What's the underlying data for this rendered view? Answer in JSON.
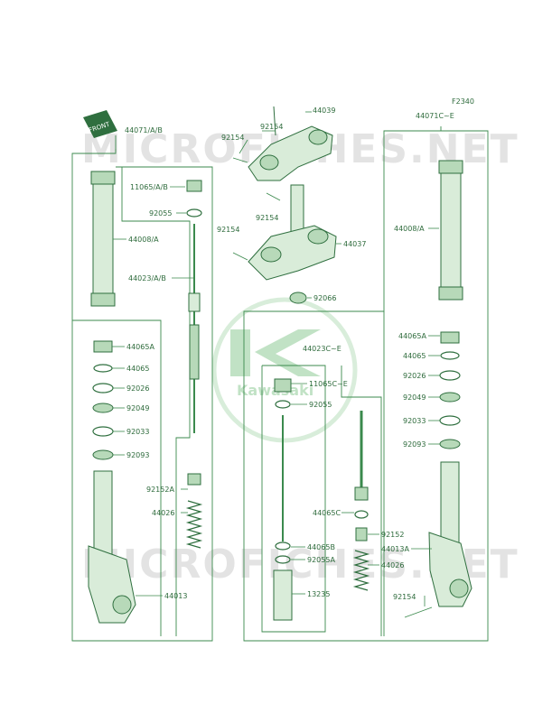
{
  "figure_code": "F2340",
  "front_label": "FRONT",
  "watermark": {
    "text": "MICROFICHES.NET",
    "brand": "Kawasaki"
  },
  "labels": {
    "l44071ab": "44071/A/B",
    "l44071ce": "44071C~E",
    "l44039": "44039",
    "l92154_a": "92154",
    "l92154_b": "92154",
    "l92154_c": "92154",
    "l92154_d": "92154",
    "l92154_e": "92154",
    "l11065ab": "11065/A/B",
    "l92055_l": "92055",
    "l44008a_l": "44008/A",
    "l44008a_r": "44008/A",
    "l44023ab": "44023/A/B",
    "l44037": "44037",
    "l92066": "92066",
    "l44065a_l": "44065A",
    "l44065a_r": "44065A",
    "l44065_l": "44065",
    "l44065_r": "44065",
    "l92026_l": "92026",
    "l92026_r": "92026",
    "l92049_l": "92049",
    "l92049_r": "92049",
    "l92033_l": "92033",
    "l92033_r": "92033",
    "l92093_l": "92093",
    "l92093_r": "92093",
    "l44023ce": "44023C~E",
    "l11065ce": "11065C~E",
    "l92055_c": "92055",
    "l92152a": "92152A",
    "l92152": "92152",
    "l44026_l": "44026",
    "l44026_c": "44026",
    "l44065c": "44065C",
    "l44065b": "44065B",
    "l92055a": "92055A",
    "l44013a": "44013A",
    "l13235": "13235",
    "l44013": "44013"
  }
}
